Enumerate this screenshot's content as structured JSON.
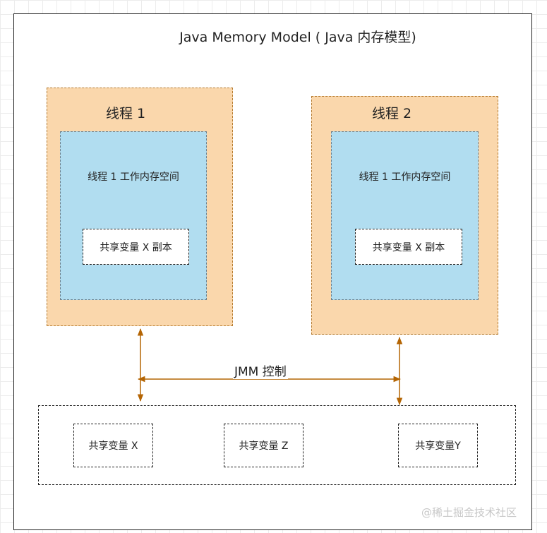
{
  "diagram": {
    "title": "Java Memory Model ( Java  内存模型)",
    "threads": [
      {
        "label": "线程 1",
        "workspace_label": "线程 1 工作内存空间",
        "copy_label": "共享变量 X 副本"
      },
      {
        "label": "线程 2",
        "workspace_label": "线程 1 工作内存空间",
        "copy_label": "共享变量 X 副本"
      }
    ],
    "jmm_label": "JMM 控制",
    "shared_vars": [
      "共享变量 X",
      "共享变量 Z",
      "共享变量Y"
    ],
    "watermark": "@稀土掘金技术社区"
  },
  "colors": {
    "thread_fill": "#fad7ac",
    "workspace_fill": "#b1ddf0",
    "arrow": "#b46504"
  }
}
